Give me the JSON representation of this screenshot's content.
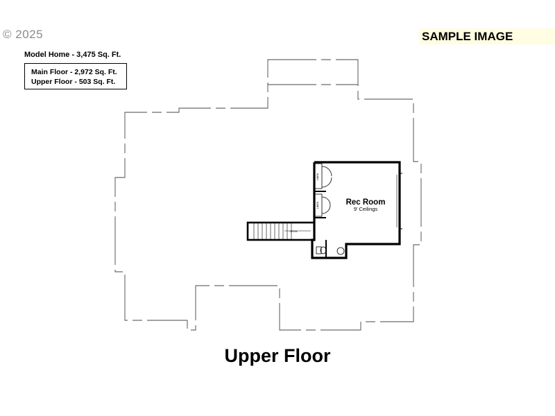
{
  "header": {
    "copyright": "© 2025",
    "sample_label": "SAMPLE IMAGE"
  },
  "summary": {
    "model_home": "Model Home - 3,475 Sq. Ft.",
    "main_floor": "Main Floor - 2,972 Sq. Ft.",
    "upper_floor": "Upper Floor - 503 Sq. Ft."
  },
  "plan": {
    "room_name": "Rec Room",
    "room_ceiling": "9' Ceilings",
    "closet_label": "LINEN",
    "stairs_label": "UP/DN"
  },
  "footer": {
    "floor_title": "Upper Floor"
  }
}
